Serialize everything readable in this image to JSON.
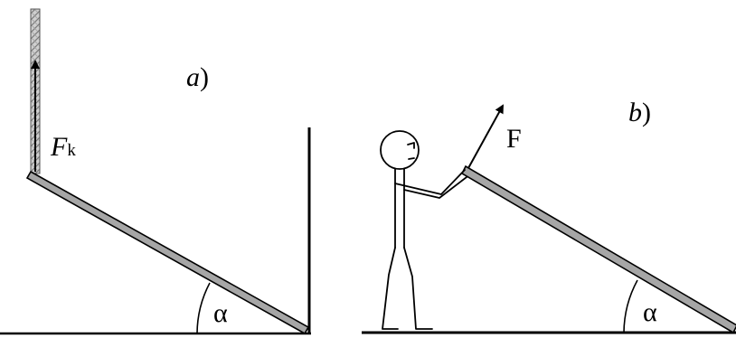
{
  "panel_a": {
    "label_letter": "a",
    "label_paren": ")",
    "force_main": "F",
    "force_sub": "k",
    "angle": "α"
  },
  "panel_b": {
    "label_letter": "b",
    "label_paren": ")",
    "force": "F",
    "angle": "α"
  },
  "colors": {
    "ink": "#000000",
    "rod_fill": "#a6a6a6",
    "rope_fill": "#c8c8c8"
  }
}
